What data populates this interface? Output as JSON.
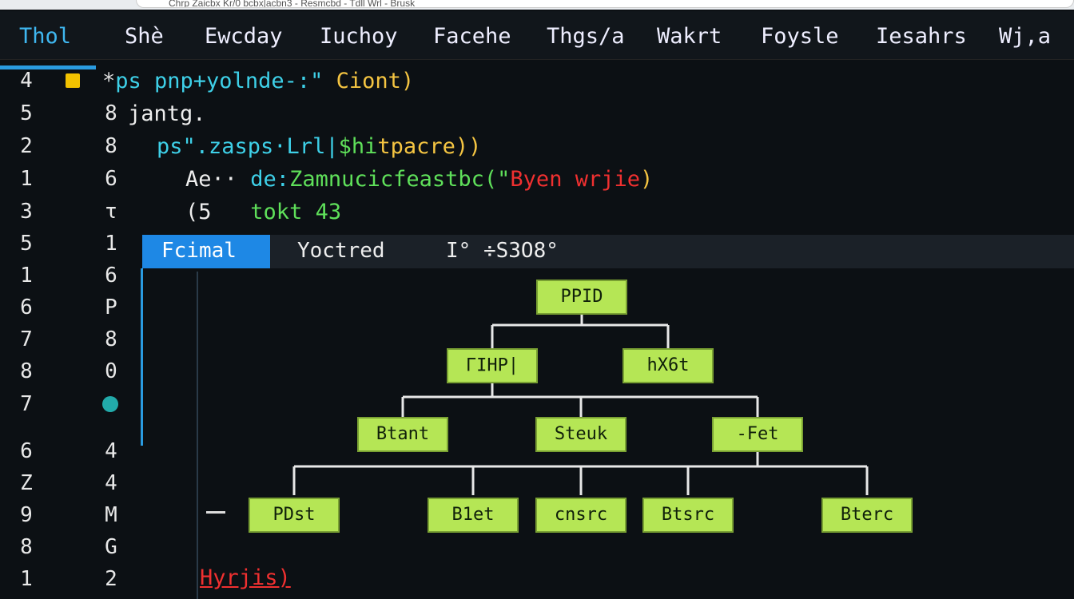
{
  "browser": {
    "url": "Chrp Zaicbx Kr/0 bcbx|acbn3 - Resmcbd - Tdll Wrl - Brusk"
  },
  "menu": [
    "Thol",
    "Shè",
    "Ewcday",
    "Iuchoy",
    "Facehe",
    "Thgs/a",
    "Wakrt",
    "Foysle",
    "Iesahrs",
    "Wj,a"
  ],
  "gutter1": [
    "4",
    "5",
    "2",
    "1",
    "3",
    "5",
    "1",
    "6",
    "7",
    "8",
    "7",
    "6",
    "Z",
    "9",
    "8",
    "1"
  ],
  "gutter2": [
    "",
    "8",
    "8",
    "6",
    "τ",
    "1",
    "6",
    "P",
    "8",
    "0",
    "",
    "4",
    "4",
    "M",
    "G",
    "2"
  ],
  "code": {
    "l1a": "ps pnp+yolnde-:\"",
    "l1b": "Ciont)",
    "l2": "jantg.",
    "l3a": "ps\".zasps·Lrl|",
    "l3b": "$hi",
    "l3c": "tpacre))",
    "l4a": "Ae··",
    "l4b": "de:",
    "l4c": "Zamnucicfeastbc(\"",
    "l4d": "Byen wrjie",
    ")": ")",
    "l5a": "(5",
    "l5b": "tokt 43",
    "last": "Hyrjis)"
  },
  "panel_tabs": [
    "Fcimal",
    "Yoctred",
    "I° ÷S3O8°"
  ],
  "tree": {
    "root": "PPID",
    "level2": [
      "ΓΙΗΡ|",
      "hX6t"
    ],
    "level3": [
      "Btant",
      "Steuk",
      "-Fet"
    ],
    "level4": [
      "PDst",
      "B1et",
      "cnsrc",
      "Btsrc",
      "Bterc"
    ]
  },
  "colors": {
    "node_fill": "#b5e655",
    "accent": "#1e88e5",
    "bg": "#0c1014"
  }
}
